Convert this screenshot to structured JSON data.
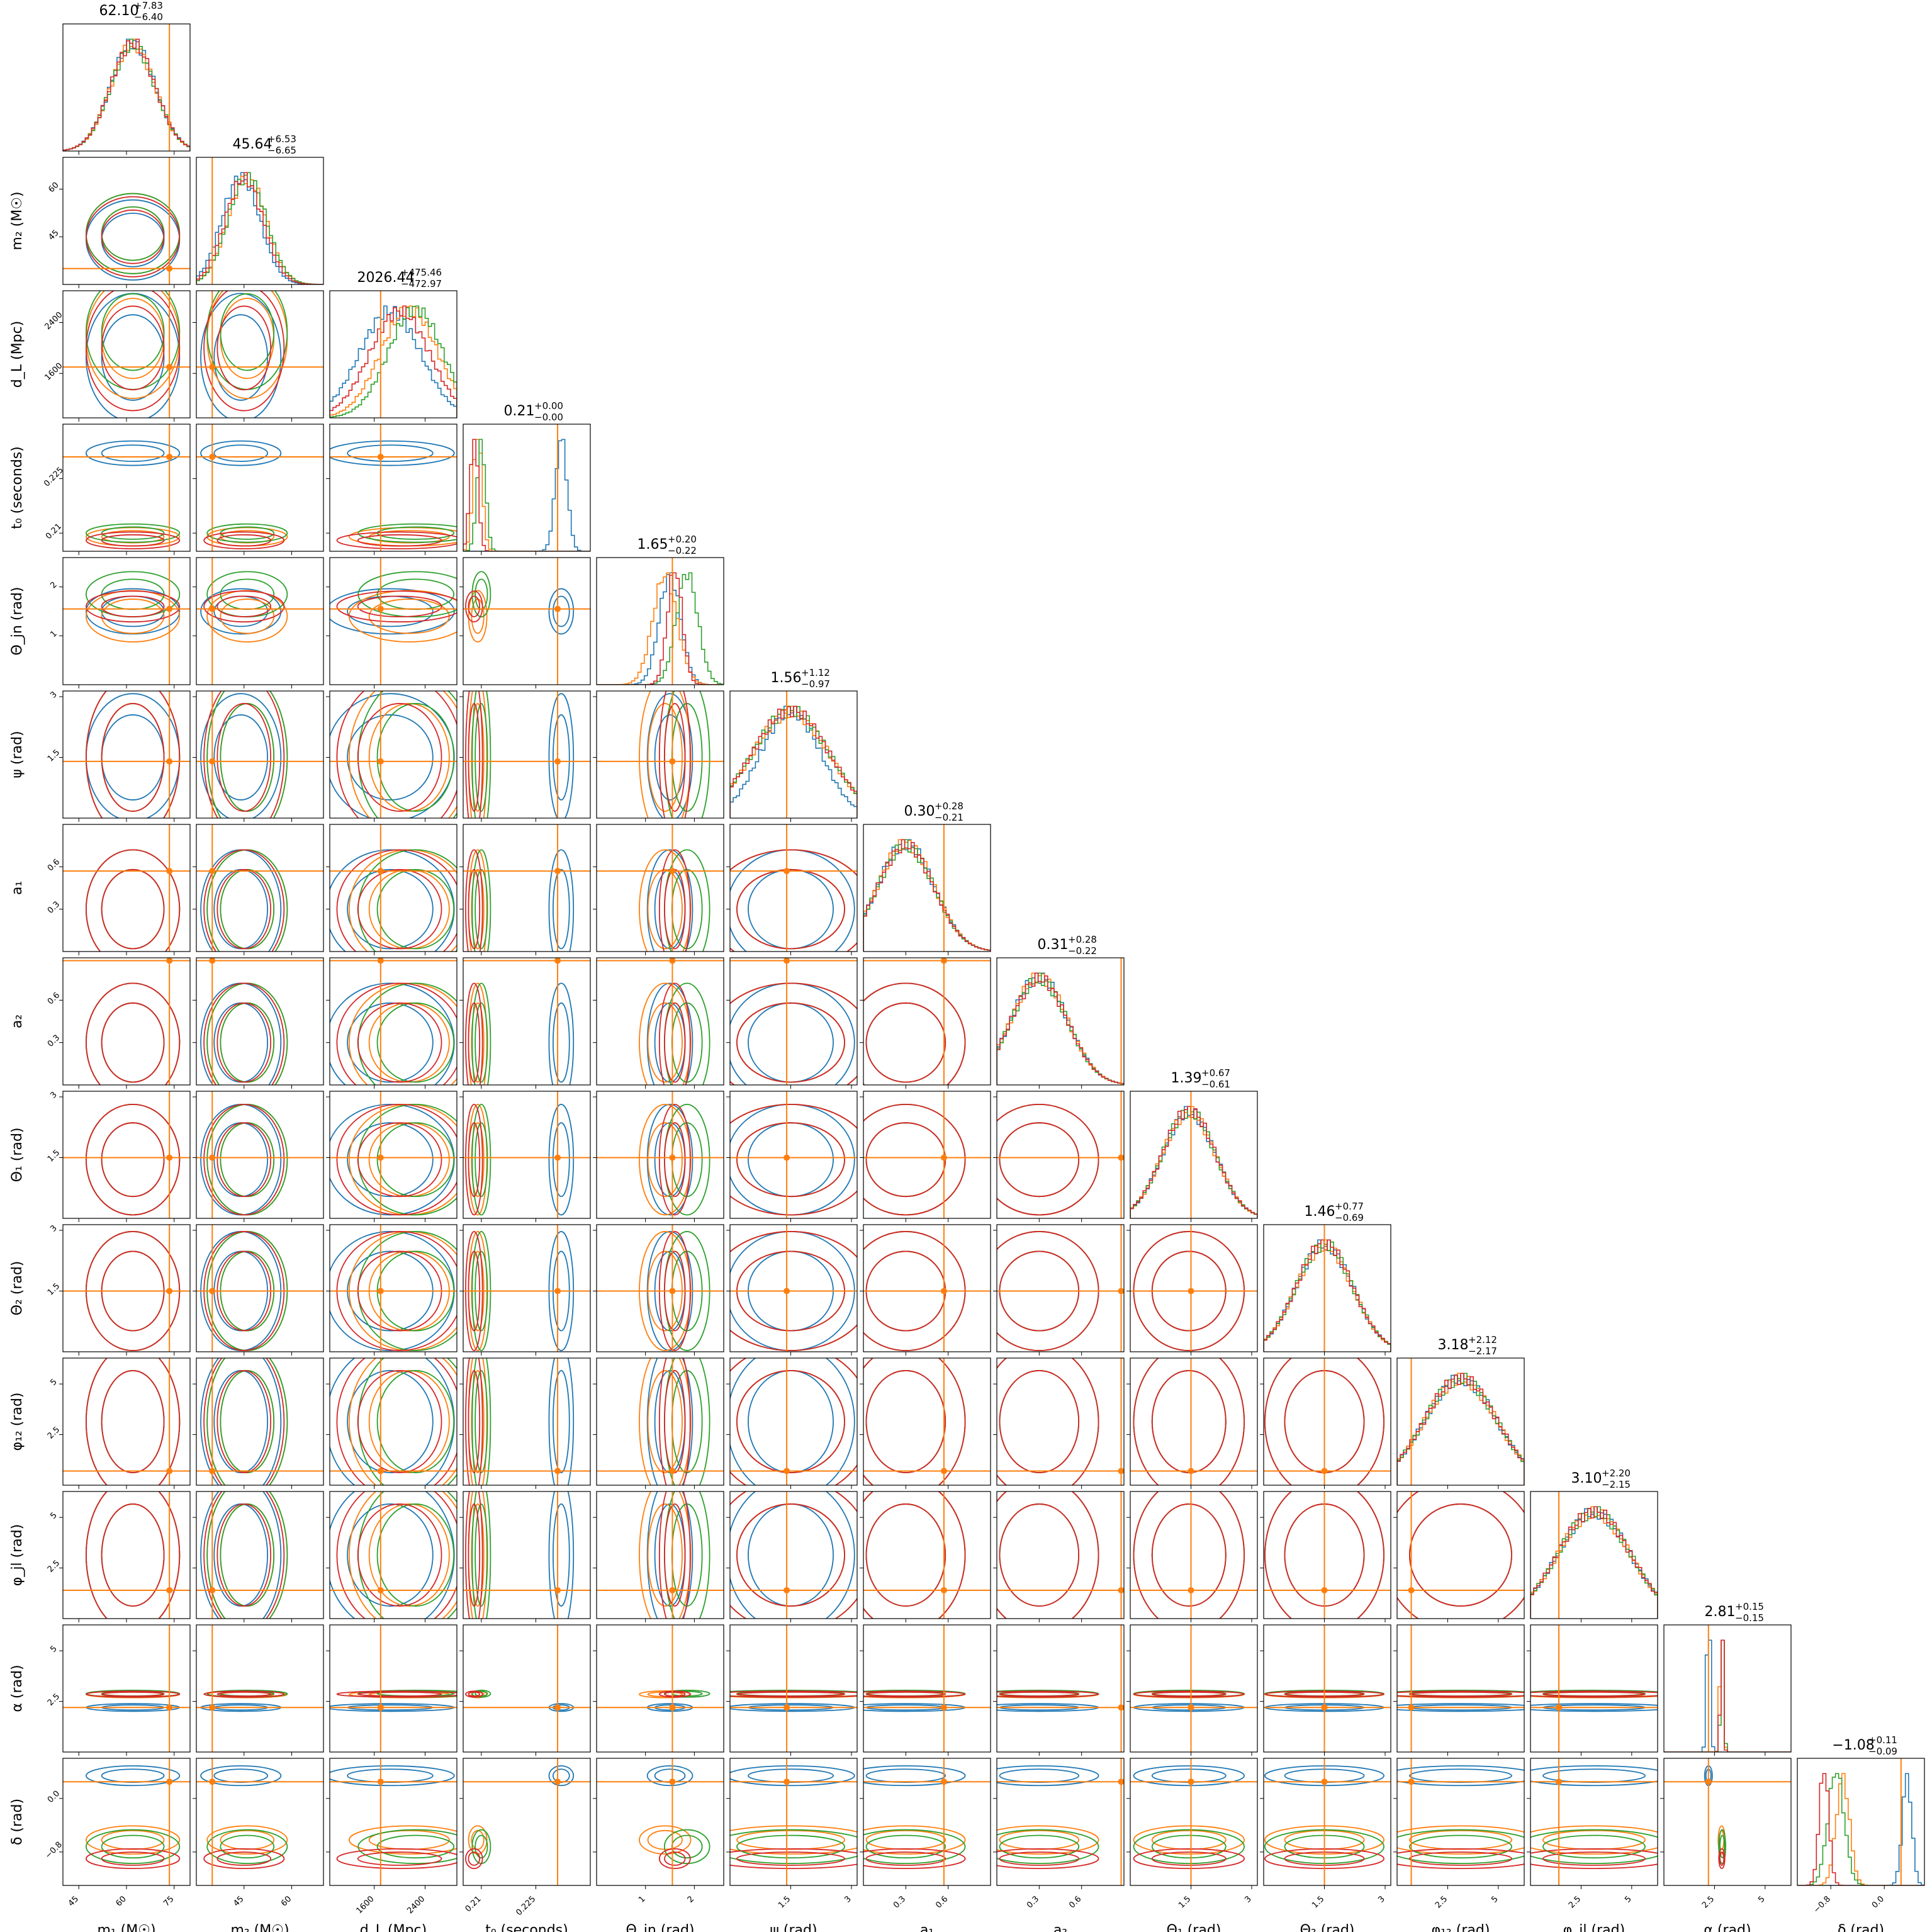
{
  "chart_data": {
    "type": "corner",
    "parameters": [
      {
        "label": "m₁ (M☉)",
        "range": [
          40,
          80
        ],
        "ticks": [
          45,
          60,
          75
        ],
        "truth": 73.5,
        "summary": {
          "median": "62.10",
          "plus": "+7.83",
          "minus": "−6.40"
        }
      },
      {
        "label": "m₂ (M☉)",
        "range": [
          30,
          70
        ],
        "ticks": [
          45,
          60
        ],
        "truth": 35,
        "summary": {
          "median": "45.64",
          "plus": "+6.53",
          "minus": "−6.65"
        }
      },
      {
        "label": "d_L (Mpc)",
        "range": [
          900,
          2900
        ],
        "ticks": [
          1600,
          2400
        ],
        "truth": 1700,
        "summary": {
          "median": "2026.44",
          "plus": "+475.46",
          "minus": "−472.97"
        }
      },
      {
        "label": "t₀ (seconds)",
        "range": [
          0.205,
          0.24
        ],
        "ticks": [
          0.21,
          0.225
        ],
        "truth": 0.231,
        "summary": {
          "median": "0.21",
          "plus": "+0.00",
          "minus": "−0.00"
        }
      },
      {
        "label": "Θ_jn (rad)",
        "range": [
          0,
          2.6
        ],
        "ticks": [
          1,
          2
        ],
        "truth": 1.55,
        "summary": {
          "median": "1.65",
          "plus": "+0.20",
          "minus": "−0.22"
        }
      },
      {
        "label": "ψ (rad)",
        "range": [
          0,
          3.14
        ],
        "ticks": [
          1.5,
          3.0
        ],
        "truth": 1.4,
        "summary": {
          "median": "1.56",
          "plus": "+1.12",
          "minus": "−0.97"
        }
      },
      {
        "label": "a₁",
        "range": [
          0,
          0.9
        ],
        "ticks": [
          0.3,
          0.6
        ],
        "truth": 0.57,
        "summary": {
          "median": "0.30",
          "plus": "+0.28",
          "minus": "−0.21"
        }
      },
      {
        "label": "a₂",
        "range": [
          0,
          0.9
        ],
        "ticks": [
          0.3,
          0.6
        ],
        "truth": 0.88,
        "summary": {
          "median": "0.31",
          "plus": "+0.28",
          "minus": "−0.22"
        }
      },
      {
        "label": "Θ₁ (rad)",
        "range": [
          0,
          3.14
        ],
        "ticks": [
          1.5,
          3.0
        ],
        "truth": 1.5,
        "summary": {
          "median": "1.39",
          "plus": "+0.67",
          "minus": "−0.61"
        }
      },
      {
        "label": "Θ₂ (rad)",
        "range": [
          0,
          3.14
        ],
        "ticks": [
          1.5,
          3.0
        ],
        "truth": 1.5,
        "summary": {
          "median": "1.46",
          "plus": "+0.77",
          "minus": "−0.69"
        }
      },
      {
        "label": "φ₁₂ (rad)",
        "range": [
          0,
          6.28
        ],
        "ticks": [
          2.5,
          5.0
        ],
        "truth": 0.7,
        "summary": {
          "median": "3.18",
          "plus": "+2.12",
          "minus": "−2.17"
        }
      },
      {
        "label": "φ_jl (rad)",
        "range": [
          0,
          6.28
        ],
        "ticks": [
          2.5,
          5.0
        ],
        "truth": 1.4,
        "summary": {
          "median": "3.10",
          "plus": "+2.20",
          "minus": "−2.15"
        }
      },
      {
        "label": "α (rad)",
        "range": [
          0,
          6.28
        ],
        "ticks": [
          2.5,
          5.0
        ],
        "truth": 2.2,
        "summary": {
          "median": "2.81",
          "plus": "+0.15",
          "minus": "−0.15"
        }
      },
      {
        "label": "δ (rad)",
        "range": [
          -1.3,
          0.6
        ],
        "ticks": [
          -0.8,
          0.0
        ],
        "truth": 0.25,
        "summary": {
          "median": "−1.08",
          "plus": "+0.11",
          "minus": "−0.09"
        }
      }
    ],
    "series": [
      {
        "color": "#1f77b4",
        "means": [
          62,
          44,
          1850,
          0.232,
          1.5,
          1.5,
          0.3,
          0.3,
          1.45,
          1.5,
          3.14,
          3.14,
          2.2,
          0.34
        ],
        "sds": [
          7,
          6,
          480,
          0.0016,
          0.22,
          0.75,
          0.2,
          0.2,
          0.65,
          0.7,
          1.8,
          1.8,
          0.09,
          0.07
        ]
      },
      {
        "color": "#ff7f0e",
        "means": [
          62,
          46,
          2150,
          0.209,
          1.4,
          1.5,
          0.3,
          0.3,
          1.45,
          1.5,
          3.14,
          3.14,
          2.85,
          -0.62
        ],
        "sds": [
          7,
          6,
          450,
          0.0012,
          0.25,
          0.95,
          0.2,
          0.2,
          0.65,
          0.7,
          1.8,
          1.8,
          0.08,
          0.1
        ]
      },
      {
        "color": "#2ca02c",
        "means": [
          62,
          46,
          2250,
          0.21,
          1.85,
          1.5,
          0.3,
          0.3,
          1.45,
          1.5,
          3.14,
          3.14,
          2.88,
          -0.72
        ],
        "sds": [
          7,
          6,
          430,
          0.0012,
          0.22,
          0.95,
          0.2,
          0.2,
          0.65,
          0.7,
          1.8,
          1.8,
          0.08,
          0.12
        ]
      },
      {
        "color": "#d62728",
        "means": [
          62,
          45,
          2000,
          0.208,
          1.6,
          1.5,
          0.3,
          0.3,
          1.45,
          1.5,
          3.14,
          3.14,
          2.86,
          -0.9
        ],
        "sds": [
          7,
          6,
          470,
          0.0011,
          0.15,
          0.95,
          0.2,
          0.2,
          0.65,
          0.7,
          1.8,
          1.8,
          0.07,
          0.07
        ]
      }
    ],
    "truth_color": "#ff7f0e",
    "legend": "none",
    "grid": false
  }
}
